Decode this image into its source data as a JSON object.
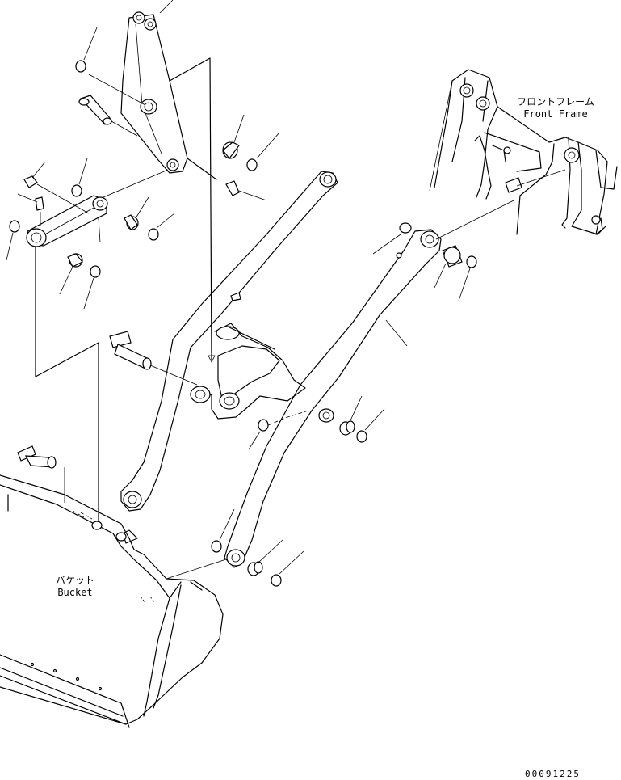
{
  "labels": {
    "front_frame_jp": "フロントフレーム",
    "front_frame_en": "Front Frame",
    "bucket_jp": "バケット",
    "bucket_en": "Bucket"
  },
  "document_number": "00091225"
}
